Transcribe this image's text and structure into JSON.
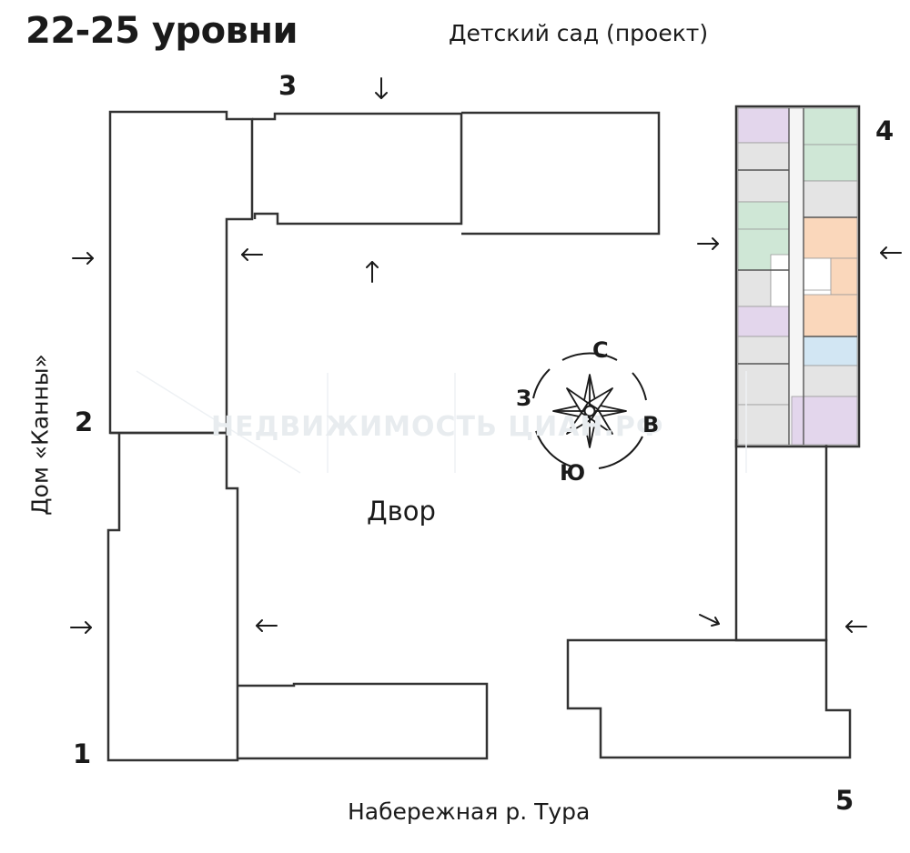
{
  "title": "22-25 уровни",
  "labels": {
    "top": "Детский сад (проект)",
    "bottom": "Набережная р. Тура",
    "left": "Дом «Канны»",
    "yard": "Двор"
  },
  "building_numbers": [
    "1",
    "2",
    "3",
    "4",
    "5"
  ],
  "compass": {
    "north": "С",
    "west": "З",
    "east": "В",
    "south": "Ю"
  },
  "watermark": "НЕДВИЖИМОСТЬ ЦИАН.РФ",
  "colors": {
    "outline": "#333333",
    "ink": "#1a1a1a",
    "apt_purple": "#e3d6ec",
    "apt_green": "#cfe7d6",
    "apt_orange": "#fad7bb",
    "apt_blue": "#d2e6f3",
    "apt_gray": "#e4e4e4"
  }
}
